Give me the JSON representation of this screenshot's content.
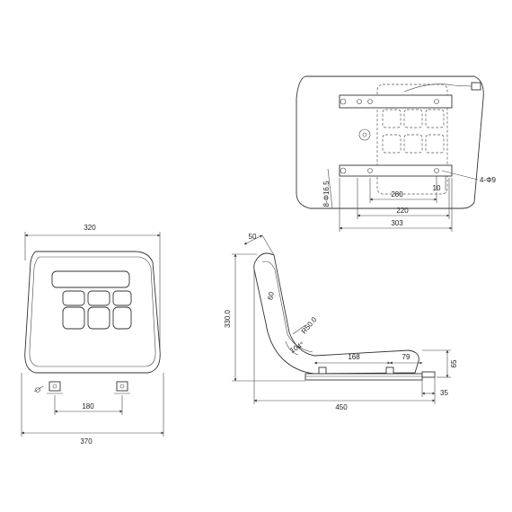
{
  "front_view": {
    "dim_top": "320",
    "dim_bolt": "180",
    "dim_bottom": "370"
  },
  "side_view": {
    "dim_50": "50",
    "dim_60": "60",
    "dim_r50": "R50.0",
    "dim_height": "330.0",
    "dim_104": "104°",
    "dim_168": "168",
    "dim_79": "79",
    "dim_65": "65",
    "dim_35": "35",
    "dim_450": "450"
  },
  "top_view": {
    "dim_slot": "8-Φ16.5",
    "dim_10": "10",
    "dim_holes": "4-Φ9",
    "dim_280": "280",
    "dim_220": "220",
    "dim_303": "303"
  }
}
